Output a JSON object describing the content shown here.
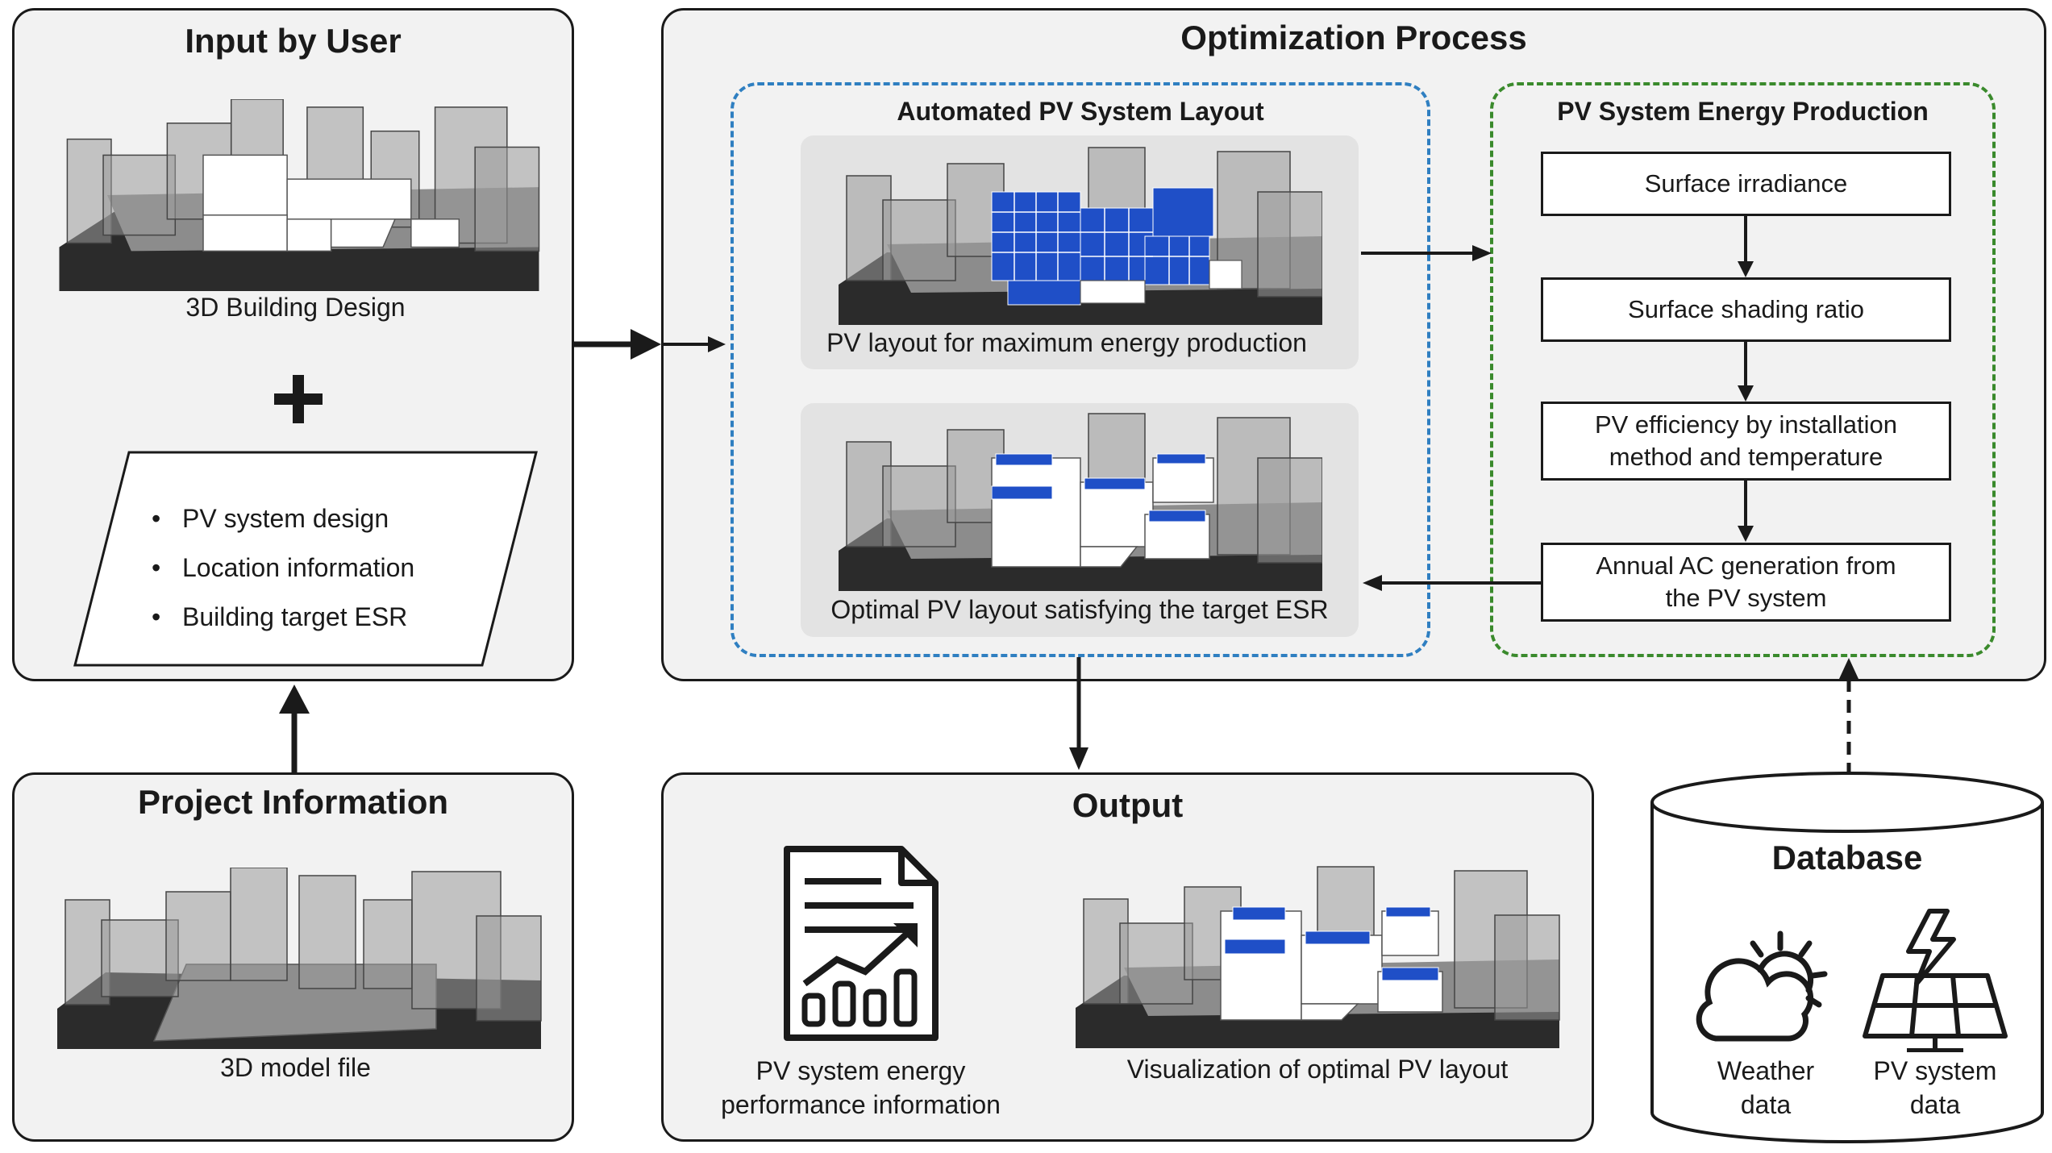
{
  "input_panel": {
    "title": "Input by User",
    "building_caption": "3D Building Design",
    "plus": "+",
    "inputs": [
      "PV system design",
      "Location information",
      "Building target ESR"
    ]
  },
  "project_panel": {
    "title": "Project Information",
    "caption": "3D model file"
  },
  "optimization_panel": {
    "title": "Optimization Process",
    "layout_group": {
      "title": "Automated PV System Layout",
      "top_caption": "PV layout for maximum energy production",
      "bottom_caption": "Optimal PV layout satisfying the target ESR"
    },
    "energy_group": {
      "title": "PV System Energy Production",
      "steps": [
        "Surface irradiance",
        "Surface shading ratio",
        "PV efficiency by installation method and temperature",
        "Annual AC generation from the PV system"
      ]
    }
  },
  "output_panel": {
    "title": "Output",
    "report_caption": "PV system energy performance information",
    "viz_caption": "Visualization of optimal PV layout"
  },
  "database": {
    "title": "Database",
    "weather_label": "Weather data",
    "pv_label": "PV system data"
  },
  "colors": {
    "panel_fill": "#f2f2f2",
    "blue_dash": "#2f7fc1",
    "green_dash": "#3a8a2c",
    "pv_panel": "#1f4fc7"
  },
  "icons": [
    "plus-icon",
    "report-icon",
    "weather-icon",
    "solar-panel-icon"
  ]
}
